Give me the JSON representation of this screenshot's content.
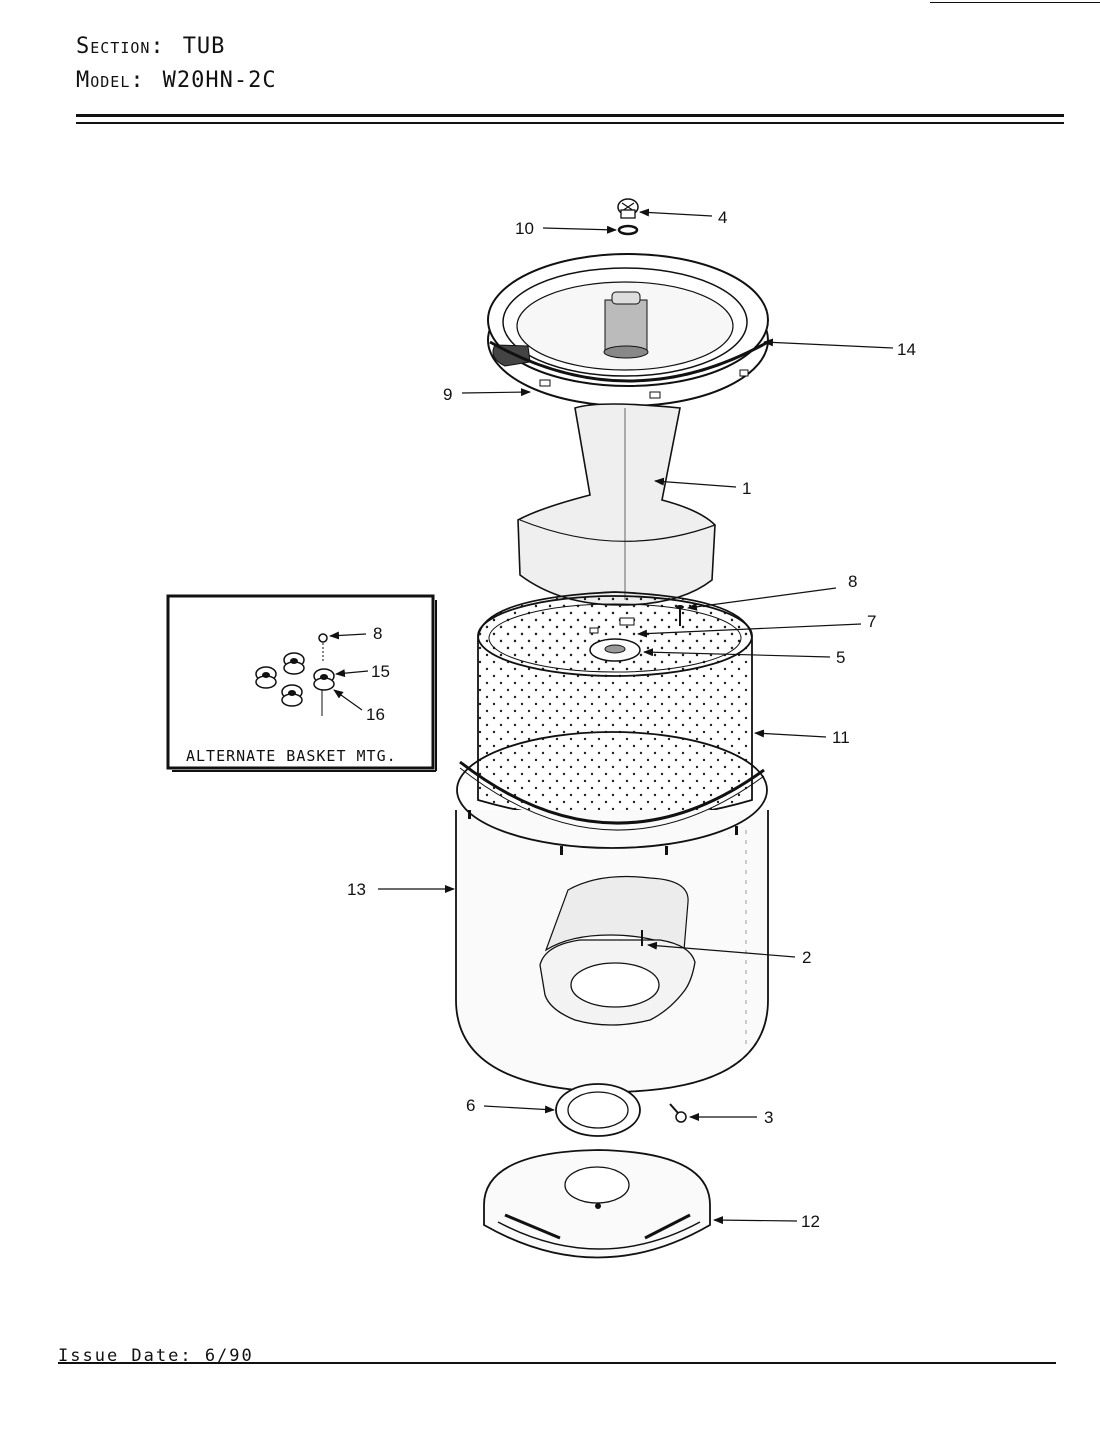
{
  "header": {
    "section_label": "Section:",
    "section_value": "TUB",
    "model_label": "Model:",
    "model_value": "W20HN-2C"
  },
  "footer": {
    "issue_date": "Issue Date: 6/90"
  },
  "inset": {
    "title": "ALTERNATE BASKET MTG.",
    "callouts": [
      "8",
      "15",
      "16"
    ]
  },
  "callouts": [
    "4",
    "10",
    "14",
    "9",
    "1",
    "8",
    "7",
    "5",
    "11",
    "13",
    "2",
    "6",
    "3",
    "12"
  ]
}
